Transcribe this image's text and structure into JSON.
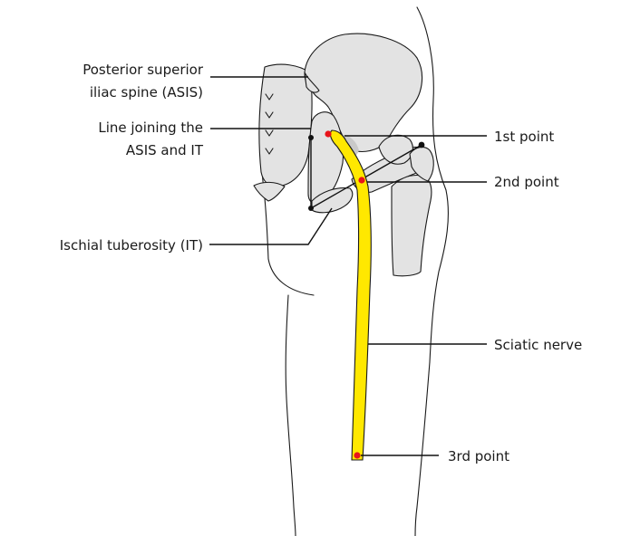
{
  "labels": {
    "psis_line1": "Posterior superior",
    "psis_line2": "iliac spine (ASIS)",
    "line_joining_line1": "Line joining the",
    "line_joining_line2": "ASIS and IT",
    "ischial_tuberosity": "Ischial tuberosity (IT)",
    "first_point": "1st point",
    "second_point": "2nd point",
    "sciatic_nerve": "Sciatic nerve",
    "third_point": "3rd point"
  },
  "colors": {
    "nerve": "#ffe800",
    "bone": "#e3e3e3",
    "landmark_point": "#e8141b",
    "reference_point": "#111111"
  }
}
